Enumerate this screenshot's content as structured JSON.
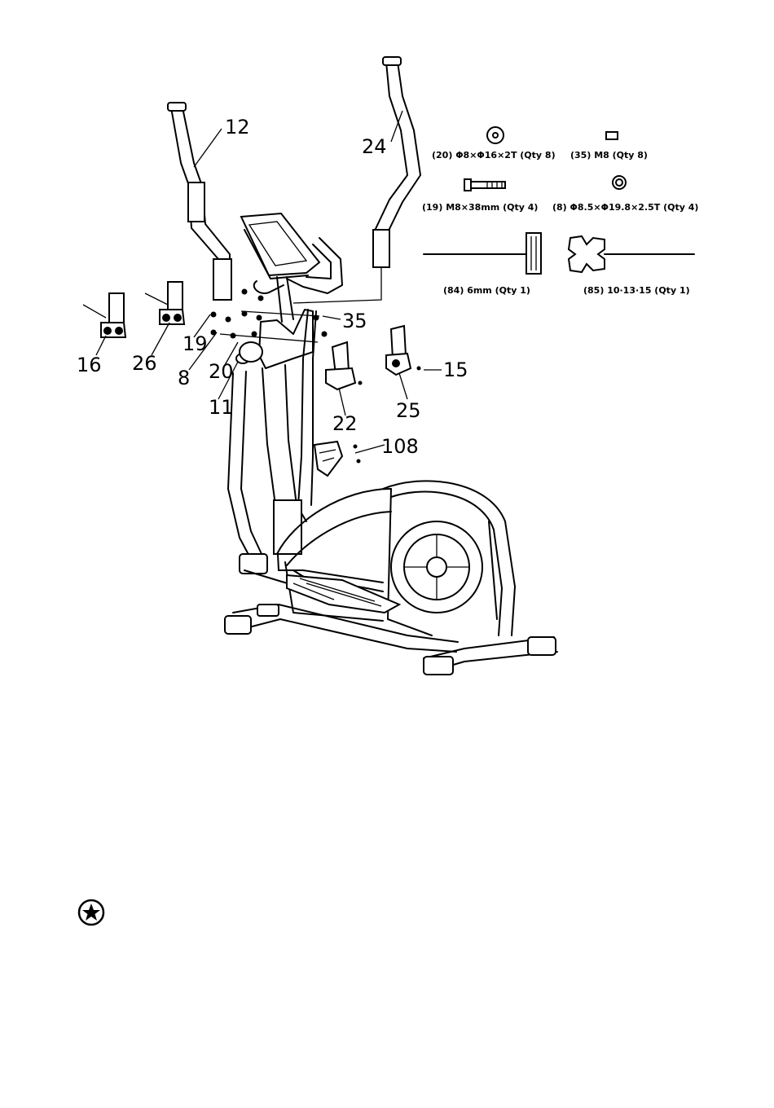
{
  "callouts": {
    "c12": "12",
    "c24": "24",
    "c35": "35",
    "c16": "16",
    "c26": "26",
    "c19": "19",
    "c8": "8",
    "c20": "20",
    "c11": "11",
    "c22": "22",
    "c25": "25",
    "c15": "15",
    "c108": "108"
  },
  "hardware": {
    "h20": "(20) Φ8×Φ16×2T (Qty 8)",
    "h35": "(35) M8 (Qty 8)",
    "h19": "(19) M8×38mm (Qty 4)",
    "h8": "(8) Φ8.5×Φ19.8×2.5T (Qty 4)",
    "h84": "(84) 6mm (Qty 1)",
    "h85": "(85) 10·13·15 (Qty 1)"
  },
  "icons": {
    "note": "star-in-circle-icon"
  }
}
